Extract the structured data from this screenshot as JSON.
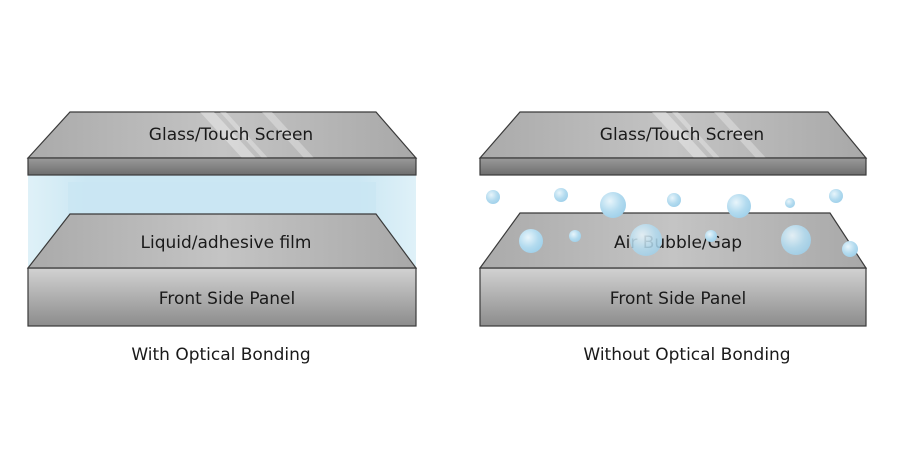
{
  "panels": [
    {
      "top_label": "Glass/Touch Screen",
      "middle_label": "Liquid/adhesive film",
      "bottom_label": "Front Side Panel",
      "caption": "With Optical Bonding"
    },
    {
      "top_label": "Glass/Touch Screen",
      "middle_label": "Air Bubble/Gap",
      "bottom_label": "Front Side Panel",
      "caption": "Without Optical Bonding"
    }
  ],
  "colors": {
    "layer_light": "#c8c8c8",
    "layer_dark": "#8f8f8f",
    "layer_stroke": "#3a3a3a",
    "film": "#d9eef7",
    "film_core": "#c4e4f2",
    "bubble": "#a9d6ee",
    "bubble_highlight": "#e6f4fb",
    "text": "#1a1a1a"
  },
  "icons": {
    "bubbles": "air-bubble-icon"
  }
}
